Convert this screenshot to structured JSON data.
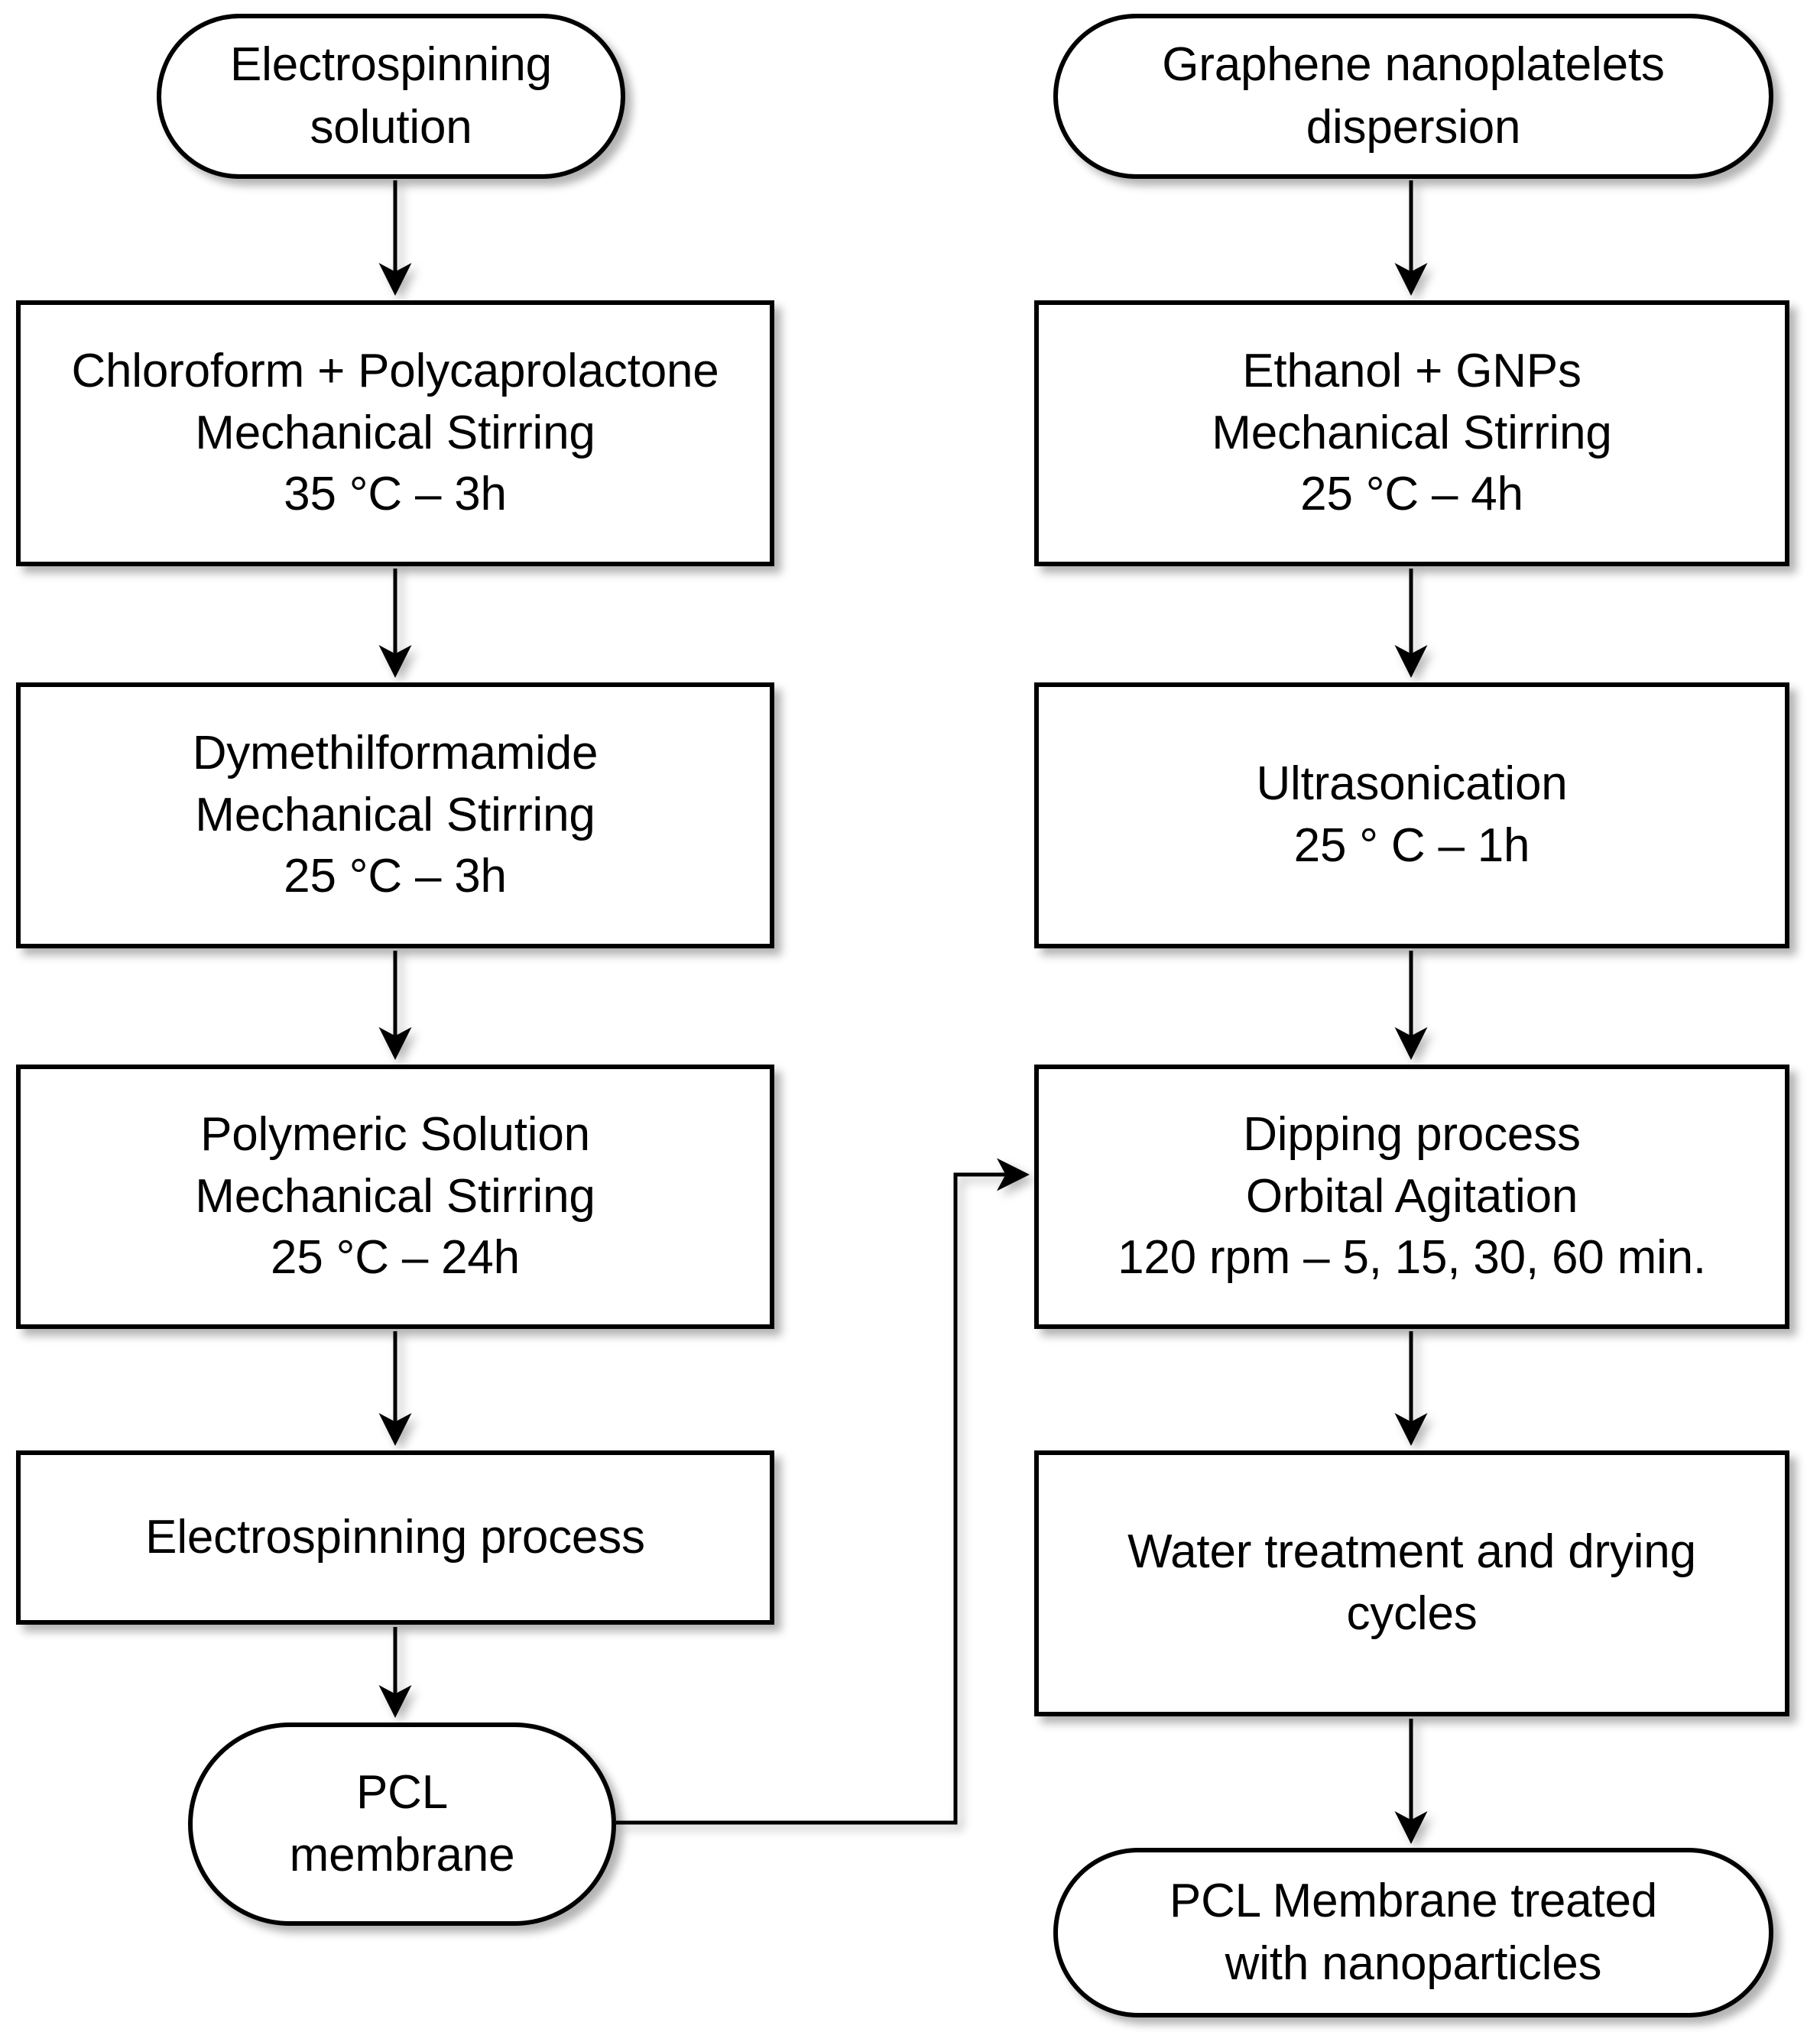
{
  "diagram": {
    "title": "Electrospinning and graphene nanoplatelet membrane treatment process flowchart",
    "colors": {
      "stroke": "#000000",
      "fill": "#ffffff",
      "text": "#000000"
    },
    "left_column": {
      "start": {
        "shape": "terminal",
        "lines": [
          "Electrospinning",
          "solution"
        ]
      },
      "steps": [
        {
          "shape": "process",
          "lines": [
            "Chloroform + Polycaprolactone",
            "Mechanical Stirring",
            "35 °C – 3h"
          ]
        },
        {
          "shape": "process",
          "lines": [
            "Dymethilformamide",
            "Mechanical Stirring",
            "25 °C – 3h"
          ]
        },
        {
          "shape": "process",
          "lines": [
            "Polymeric Solution",
            "Mechanical Stirring",
            "25 °C – 24h"
          ]
        },
        {
          "shape": "process",
          "lines": [
            "Electrospinning  process"
          ]
        }
      ],
      "end": {
        "shape": "terminal",
        "lines": [
          "PCL",
          "membrane"
        ]
      }
    },
    "right_column": {
      "start": {
        "shape": "terminal",
        "lines": [
          "Graphene nanoplatelets",
          "dispersion"
        ]
      },
      "steps": [
        {
          "shape": "process",
          "lines": [
            "Ethanol + GNPs",
            "Mechanical Stirring",
            "25 °C – 4h"
          ]
        },
        {
          "shape": "process",
          "lines": [
            "Ultrasonication",
            "25 ° C – 1h"
          ]
        },
        {
          "shape": "process",
          "lines": [
            "Dipping process",
            "Orbital Agitation",
            "120 rpm – 5, 15, 30, 60 min."
          ]
        },
        {
          "shape": "process",
          "lines": [
            "Water treatment and drying",
            "cycles"
          ]
        }
      ],
      "end": {
        "shape": "terminal",
        "lines": [
          "PCL Membrane treated",
          "with nanoparticles"
        ]
      }
    },
    "connectors": [
      {
        "name": "electrospinning-solution-to-chloroform",
        "kind": "arrow-down"
      },
      {
        "name": "chloroform-to-dymethilformamide",
        "kind": "arrow-down"
      },
      {
        "name": "dymethilformamide-to-polymeric-solution",
        "kind": "arrow-down"
      },
      {
        "name": "polymeric-solution-to-electrospinning-process",
        "kind": "arrow-down"
      },
      {
        "name": "electrospinning-process-to-pcl-membrane",
        "kind": "arrow-down"
      },
      {
        "name": "gnp-dispersion-to-ethanol-gnps",
        "kind": "arrow-down"
      },
      {
        "name": "ethanol-gnps-to-ultrasonication",
        "kind": "arrow-down"
      },
      {
        "name": "ultrasonication-to-dipping-process",
        "kind": "arrow-down"
      },
      {
        "name": "dipping-process-to-water-treatment",
        "kind": "arrow-down"
      },
      {
        "name": "water-treatment-to-pcl-treated",
        "kind": "arrow-down"
      },
      {
        "name": "pcl-membrane-to-dipping-process",
        "kind": "elbow-arrow-right"
      }
    ]
  }
}
